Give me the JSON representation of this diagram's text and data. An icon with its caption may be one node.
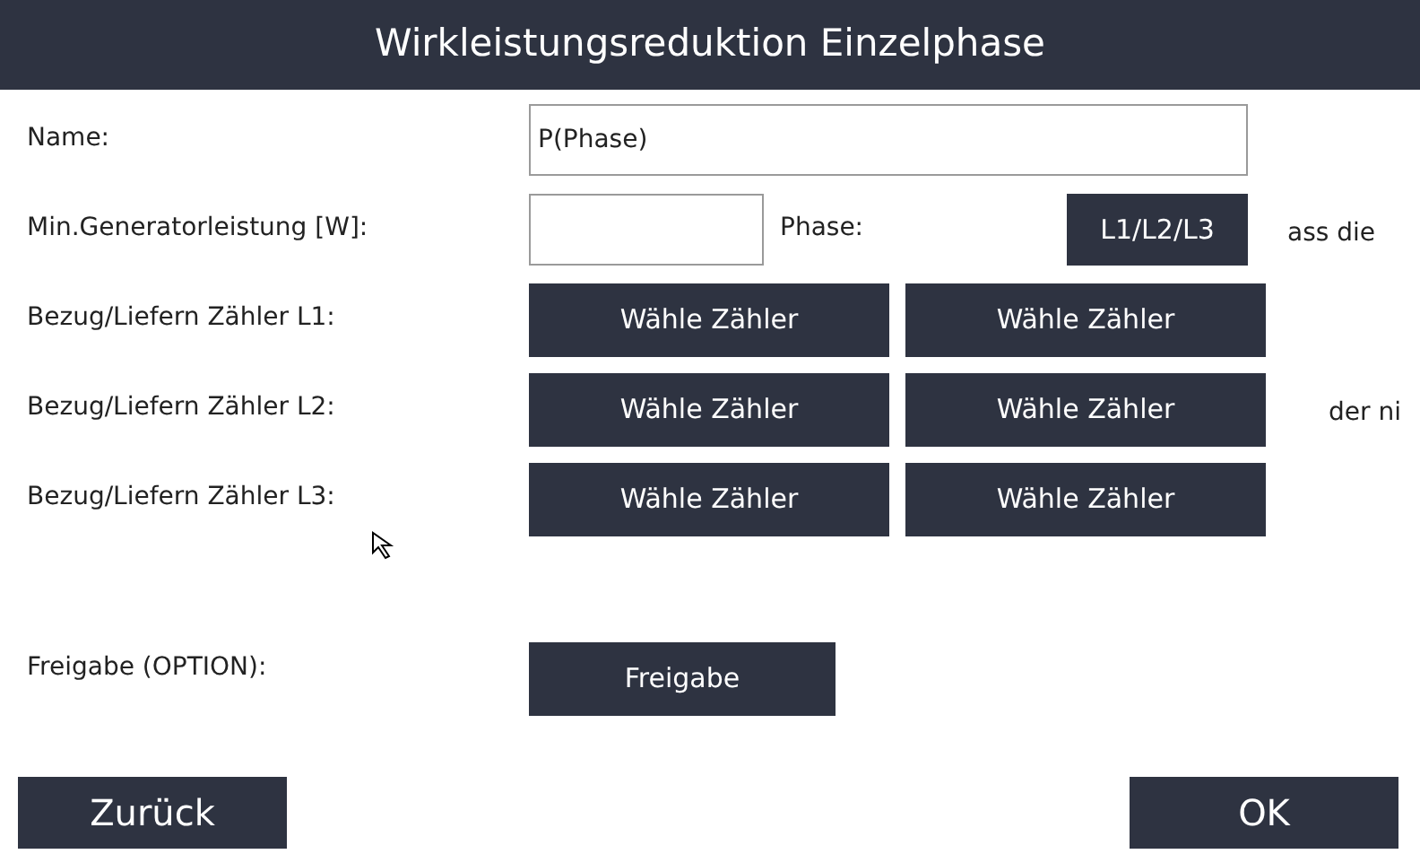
{
  "diagram": {
    "title": "Wirkleistungsreduktion Einzelphase",
    "nodes": [
      {
        "text": [
          "P(Phase)"
        ]
      },
      {
        "text": [],
        "shape": "box"
      },
      {
        "text": [
          "L1/L2/L3"
        ]
      },
      {
        "text": [
          "Wähle Zähler"
        ]
      },
      {
        "text": [
          "Wähle Zähler"
        ]
      },
      {
        "text": [
          "Wähle Zähler"
        ]
      },
      {
        "text": [
          "Wähle Zähler"
        ]
      },
      {
        "text": [
          "Wähle Zähler"
        ]
      },
      {
        "text": [
          "Wähle Zähler"
        ]
      },
      {
        "text": [
          "Freigabe"
        ]
      },
      {
        "text": [
          "Zurück"
        ]
      },
      {
        "text": [
          "OK"
        ]
      }
    ],
    "labels": [
      "Name:",
      "Min.Generatorleistung [W]:",
      "Phase:",
      "ass die",
      "Bezug/Liefern Zähler L1:",
      "Bezug/Liefern Zähler L2:",
      "der ni",
      "Bezug/Liefern Zähler L3:",
      "Freigabe (OPTION):"
    ]
  }
}
